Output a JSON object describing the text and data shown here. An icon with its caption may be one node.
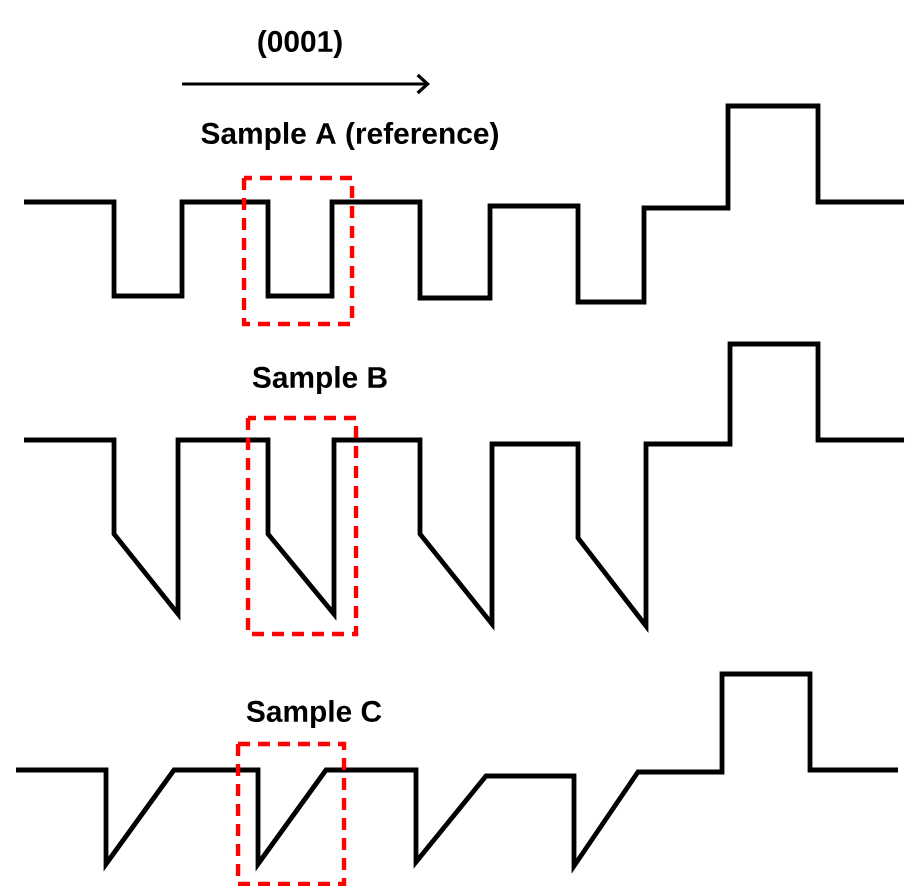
{
  "diagram": {
    "labels": [
      "(0001)",
      "Sample A (reference)",
      "Sample B",
      "Sample C"
    ]
  }
}
